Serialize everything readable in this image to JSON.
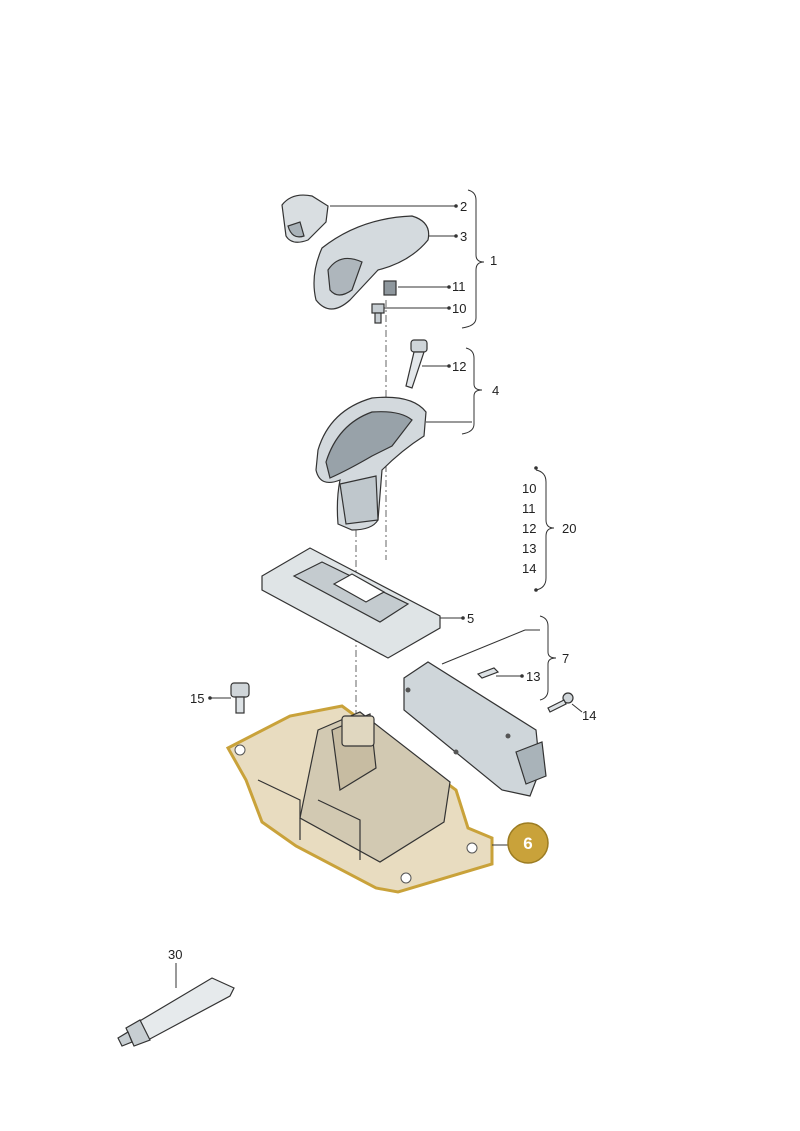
{
  "labels": {
    "l1": "1",
    "l2": "2",
    "l3": "3",
    "l4": "4",
    "l5": "5",
    "l7": "7",
    "l10": "10",
    "l11": "11",
    "l12": "12",
    "l13": "13",
    "l14": "14",
    "l15": "15",
    "l20": "20",
    "l30": "30"
  },
  "group20": [
    "10",
    "11",
    "12",
    "13",
    "14"
  ],
  "highlight": {
    "label": "6",
    "color": "#c9a23a"
  },
  "colors": {
    "part_fill": "#dfe4e6",
    "part_shade": "#b9c1c5",
    "highlight_fill": "#e8dcc0"
  }
}
